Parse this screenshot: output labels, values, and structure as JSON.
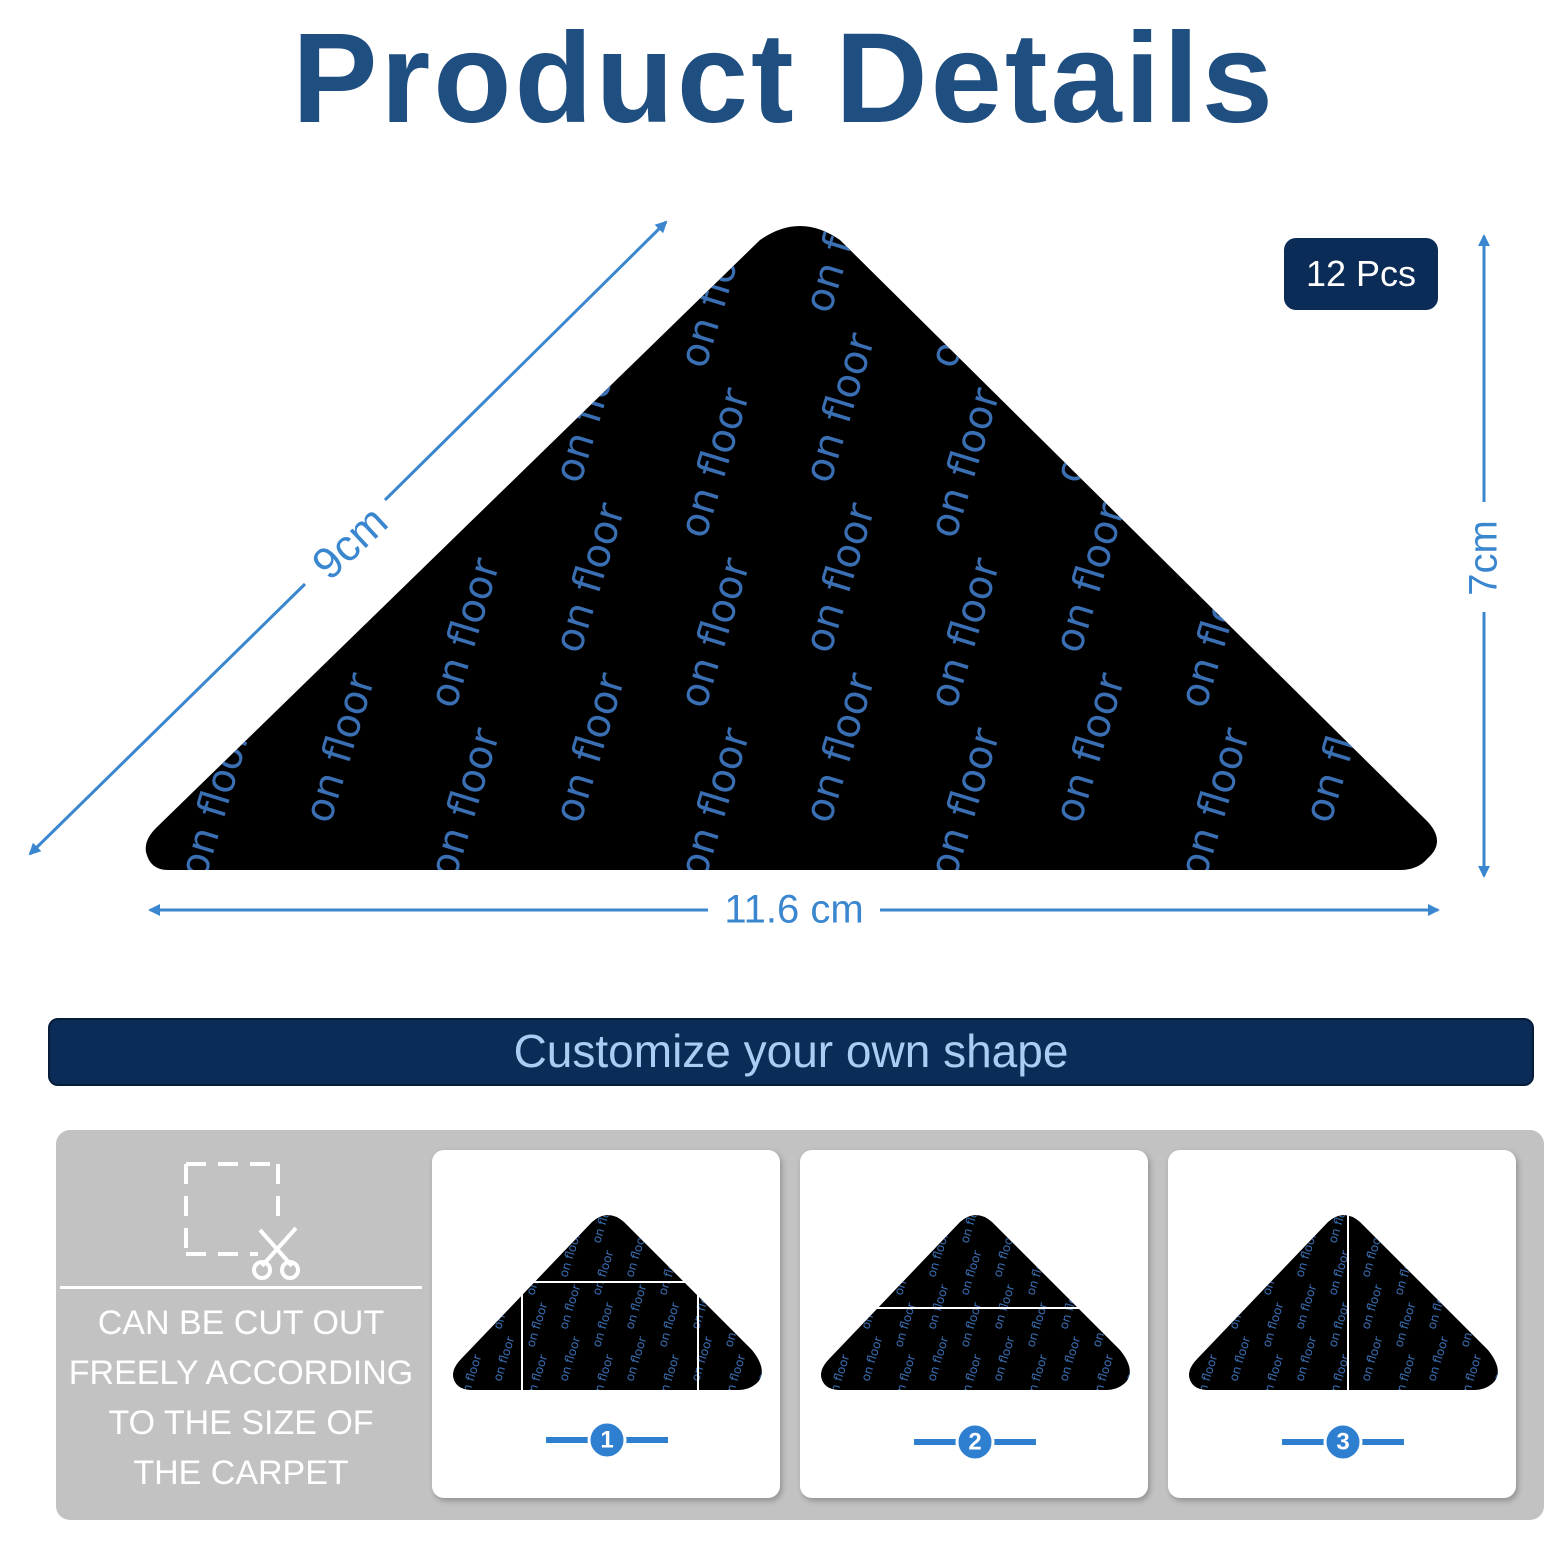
{
  "header": {
    "title": "Product Details"
  },
  "product": {
    "diagonal_dimension": "9cm",
    "width_dimension": "11.6 cm",
    "height_dimension": "7cm",
    "quantity_badge": "12 Pcs",
    "pattern_text": "on floor"
  },
  "customize_banner": {
    "label": "Customize your own shape"
  },
  "cut_info": {
    "text": "CAN BE CUT OUT\nFREELY ACCORDING\nTO THE SIZE OF\nTHE CARPET"
  },
  "cut_options": [
    {
      "number": "1"
    },
    {
      "number": "2"
    },
    {
      "number": "3"
    }
  ],
  "colors": {
    "title": "#1f4e80",
    "dimension_line": "#3b87cf",
    "badge_bg": "#0b2c56",
    "banner_bg": "#0b2c56",
    "banner_text": "#a9cdf3",
    "pattern": "#3a6fb3",
    "pad": "#000000",
    "panel_bg": "#c2c2c2"
  }
}
